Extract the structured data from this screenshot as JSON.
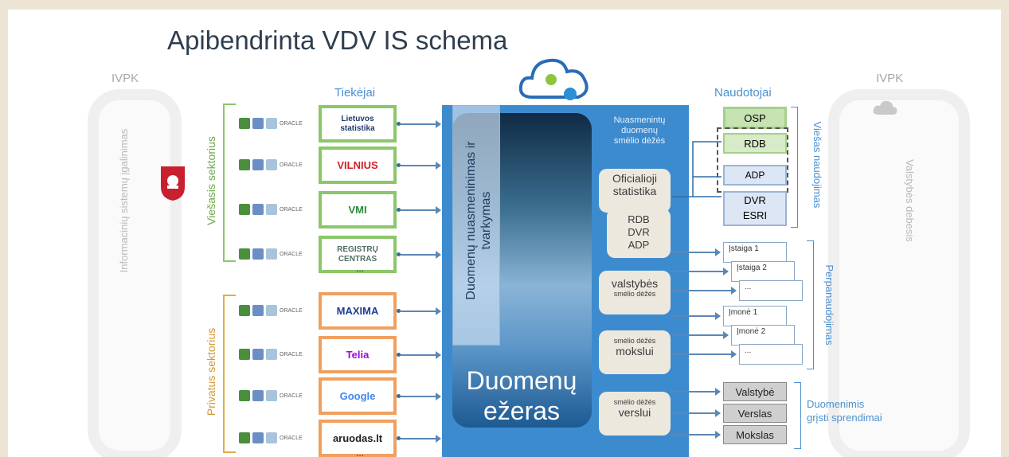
{
  "title": "Apibendrinta VDV IS schema",
  "left_panel": {
    "ivpk": "IVPK",
    "vertical": "Informacinių sistemų įgalinimas"
  },
  "right_panel": {
    "ivpk": "IVPK",
    "vertical": "Valstybės debesis"
  },
  "suppliers_header": "Tiekėjai",
  "users_header": "Naudotojai",
  "public_sector": "Viešasis sektorius",
  "private_sector": "Privatus sektorius",
  "icon_strip_label": "ORACLE",
  "public_suppliers": [
    {
      "line1": "Lietuvos",
      "line2": "statistika",
      "color": "#1f3a6b"
    },
    {
      "line1": "VILNIUS",
      "line2": "",
      "color": "#d31f26"
    },
    {
      "line1": "VMI",
      "line2": "",
      "color": "#2a8a3e"
    },
    {
      "line1": "REGISTRŲ",
      "line2": "CENTRAS",
      "color": "#4f6f62"
    }
  ],
  "private_suppliers": [
    {
      "line1": "MAXIMA",
      "line2": "",
      "color": "#1c3f8f"
    },
    {
      "line1": "Telia",
      "line2": "",
      "color": "#990ae3"
    },
    {
      "line1": "Google",
      "line2": "",
      "color": "#4285f4"
    },
    {
      "line1": "aruodas.lt",
      "line2": "",
      "color": "#222222"
    }
  ],
  "ellipsis": "...",
  "lake": {
    "vertical_line1": "Duomenų nuasmeninimas ir",
    "vertical_line2": "tvarkymas",
    "line1": "Duomenų",
    "line2": "ežeras"
  },
  "sandbox_header": {
    "line1": "Nuasmenintų",
    "line2": "duomenų",
    "line3": "smėlio dėžės"
  },
  "official_stats": {
    "line1": "Oficialioji",
    "line2": "statistika",
    "line3": "RDB",
    "line4": "DVR",
    "line5": "ADP"
  },
  "state_box": {
    "line1": "valstybės",
    "line2": "smėlio dėžės"
  },
  "science_box": {
    "line1": "smėlio dėžės",
    "line2": "mokslui"
  },
  "business_box": {
    "line1": "smėlio dėžės",
    "line2": "verslui"
  },
  "users": {
    "osp": "OSP",
    "rdb": "RDB",
    "adp": "ADP",
    "dvr": "DVR",
    "esri": "ESRI"
  },
  "public_use": "Viešas naudojimas",
  "reuse": "Perpanaudojimas",
  "institutions": [
    "Įstaiga 1",
    "Įstaiga 2",
    "..."
  ],
  "companies": [
    "Įmonė 1",
    "Įmonė 2",
    "..."
  ],
  "decisions": [
    "Valstybė",
    "Verslas",
    "Mokslas"
  ],
  "decisions_label": {
    "line1": "Duomenimis",
    "line2": "grįsti sprendimai"
  },
  "colors": {
    "green": "#8cc66b",
    "orange": "#f0a060",
    "blue": "#4a90d0",
    "lake_dark": "#1e4a78"
  }
}
